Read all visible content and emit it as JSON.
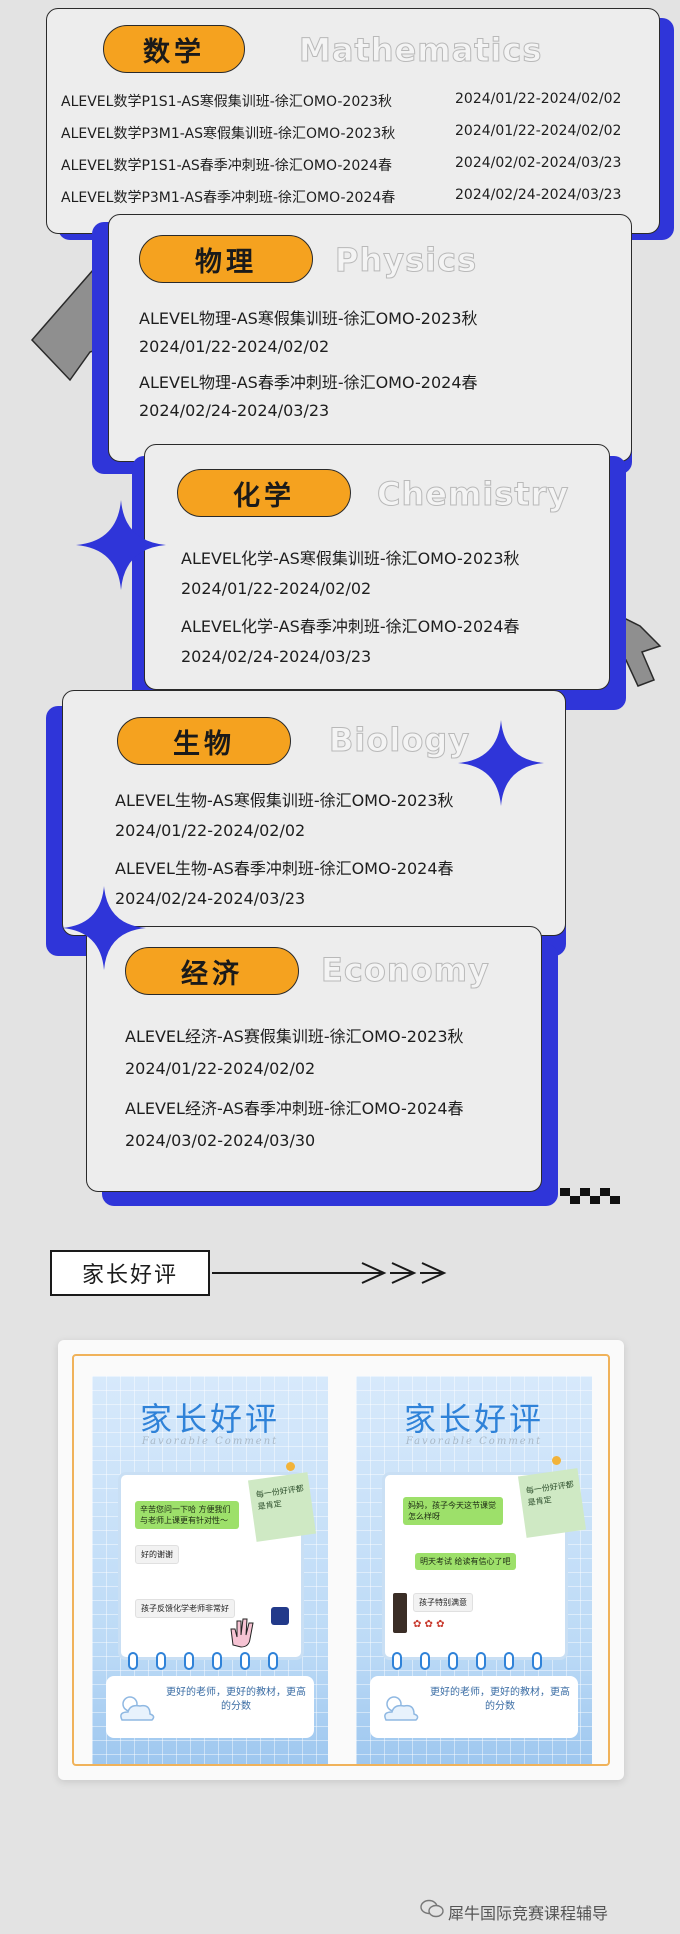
{
  "subjects": [
    {
      "name": "数学",
      "english": "Mathematics",
      "courses": [
        {
          "title": "ALEVEL数学P1S1-AS寒假集训班-徐汇OMO-2023秋",
          "dates": "2024/01/22-2024/02/02"
        },
        {
          "title": "ALEVEL数学P3M1-AS寒假集训班-徐汇OMO-2023秋",
          "dates": "2024/01/22-2024/02/02"
        },
        {
          "title": "ALEVEL数学P1S1-AS春季冲刺班-徐汇OMO-2024春",
          "dates": "2024/02/02-2024/03/23"
        },
        {
          "title": "ALEVEL数学P3M1-AS春季冲刺班-徐汇OMO-2024春",
          "dates": "2024/02/24-2024/03/23"
        }
      ]
    },
    {
      "name": "物理",
      "english": "Physics",
      "courses": [
        {
          "title": "ALEVEL物理-AS寒假集训班-徐汇OMO-2023秋",
          "dates": "2024/01/22-2024/02/02"
        },
        {
          "title": "ALEVEL物理-AS春季冲刺班-徐汇OMO-2024春",
          "dates": "2024/02/24-2024/03/23"
        }
      ]
    },
    {
      "name": "化学",
      "english": "Chemistry",
      "courses": [
        {
          "title": "ALEVEL化学-AS寒假集训班-徐汇OMO-2023秋",
          "dates": "2024/01/22-2024/02/02"
        },
        {
          "title": "ALEVEL化学-AS春季冲刺班-徐汇OMO-2024春",
          "dates": "2024/02/24-2024/03/23"
        }
      ]
    },
    {
      "name": "生物",
      "english": "Biology",
      "courses": [
        {
          "title": "ALEVEL生物-AS寒假集训班-徐汇OMO-2023秋",
          "dates": "2024/01/22-2024/02/02"
        },
        {
          "title": "ALEVEL生物-AS春季冲刺班-徐汇OMO-2024春",
          "dates": "2024/02/24-2024/03/23"
        }
      ]
    },
    {
      "name": "经济",
      "english": "Economy",
      "courses": [
        {
          "title": "ALEVEL经济-AS赛假集训班-徐汇OMO-2023秋",
          "dates": "2024/01/22-2024/02/02"
        },
        {
          "title": "ALEVEL经济-AS春季冲刺班-徐汇OMO-2024春",
          "dates": "2024/03/02-2024/03/30"
        }
      ]
    }
  ],
  "reviews": {
    "section_label": "家长好评",
    "panels": [
      {
        "title": "家长好评",
        "subtitle": "Favorable Comment",
        "note": "每一份好评都是肯定",
        "footer": "更好的老师，更好的教材，更高的分数",
        "messages": [
          {
            "text": "辛苦您问一下哈 方便我们与老师上课更有针对性～",
            "side": "right"
          },
          {
            "text": "好的谢谢",
            "side": "left"
          },
          {
            "text": "孩子反馈化学老师非常好",
            "side": "left"
          }
        ]
      },
      {
        "title": "家长好评",
        "subtitle": "Favorable Comment",
        "note": "每一份好评都是肯定",
        "footer": "更好的老师，更好的教材，更高的分数",
        "messages": [
          {
            "text": "妈妈，孩子今天这节课觉怎么样呀",
            "side": "right"
          },
          {
            "text": "明天考试 给读有信心了吧",
            "side": "right"
          },
          {
            "text": "孩子特别满意",
            "side": "left"
          }
        ]
      }
    ]
  },
  "watermark": "犀牛国际竞赛课程辅导",
  "colors": {
    "accent_blue": "#2f35d9",
    "pill_orange": "#f5a21f",
    "panel_blue": "#2f82d8"
  }
}
